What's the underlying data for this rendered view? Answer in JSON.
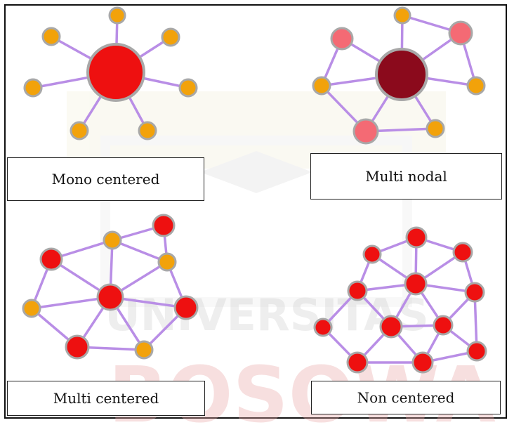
{
  "labels": {
    "mono": "Mono centered",
    "multi_nodal": "Multi nodal",
    "multi_centered": "Multi centered",
    "non_centered": "Non centered"
  },
  "watermark": {
    "text_upper": "UNIVERSITAS",
    "text_lower": "BOSOWA"
  },
  "colors": {
    "edge": "#b98ee6",
    "node_stroke": "#a8a8a8",
    "orange": "#f2a20a",
    "red": "#ee1010",
    "dark_red": "#8b0a1c",
    "pink": "#f46a74"
  }
}
